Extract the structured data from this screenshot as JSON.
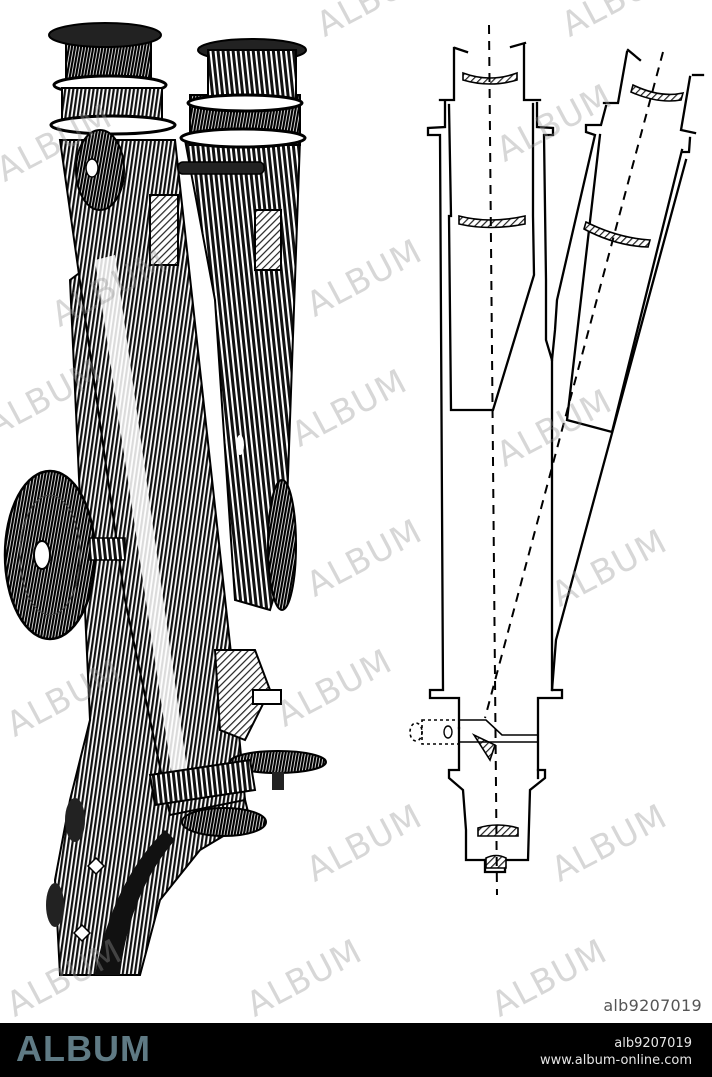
{
  "image": {
    "subject": "Binocular microscope engraving with optical cross-section diagram",
    "left_figure": "binocular-microscope-engraving",
    "right_figure": "optical-path-cross-section"
  },
  "watermark": {
    "text": "ALBUM",
    "color": "#969696"
  },
  "image_id": "alb9207019",
  "footer": {
    "logo": "ALBUM",
    "logo_color": "#5f7a84",
    "background": "#000000",
    "id": "alb9207019",
    "url": "www.album-online.com"
  }
}
